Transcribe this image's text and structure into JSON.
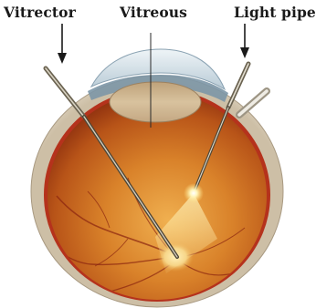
{
  "labels": {
    "vitrector": "Vitrector",
    "vitreous": "Vitreous",
    "light_pipe": "Light pipe"
  },
  "colors": {
    "sclera": "#d8cbb5",
    "choroid_rim": "#b8321c",
    "fundus_center": "#e8a040",
    "fundus_edge": "#9a3a10",
    "instrument": "#6f6450",
    "light_glow": "#fff6c8",
    "lens": "#cdb38e",
    "cornea": "#d9e6ee"
  },
  "icons": {
    "arrow": "arrow-down-icon"
  }
}
